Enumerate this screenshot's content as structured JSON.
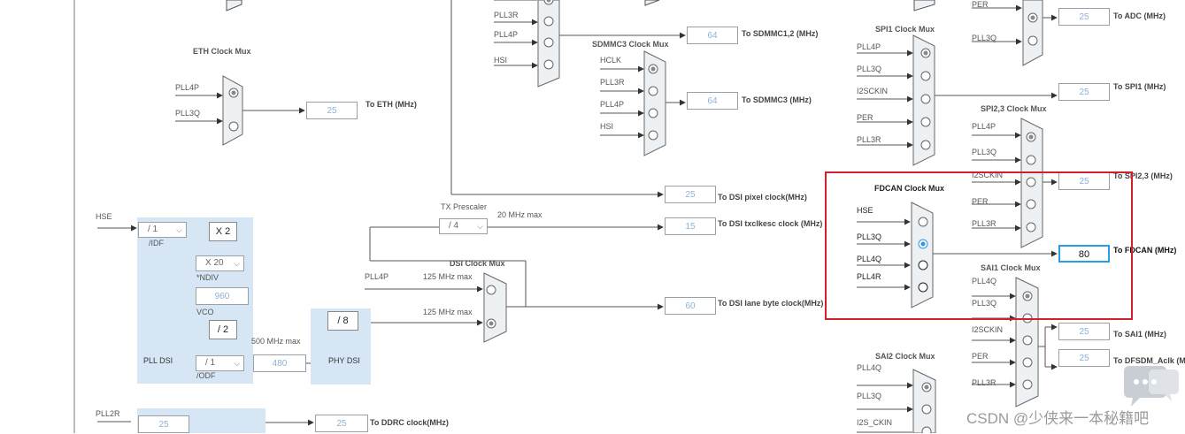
{
  "eth_mux": {
    "title": "ETH Clock Mux",
    "inputs": [
      "PLL4P",
      "PLL3Q"
    ],
    "value": "25",
    "output": "To ETH (MHz)"
  },
  "sdmmc12": {
    "inputs": [
      "PLL3R",
      "PLL4P",
      "HSI"
    ],
    "value": "64",
    "output": "To SDMMC1,2 (MHz)"
  },
  "sdmmc3_mux": {
    "title": "SDMMC3 Clock Mux",
    "inputs": [
      "HCLK",
      "PLL3R",
      "PLL4P",
      "HSI"
    ],
    "value": "64",
    "output": "To SDMMC3 (MHz)"
  },
  "spi1_mux": {
    "title": "SPI1 Clock Mux",
    "inputs": [
      "PLL4P",
      "PLL3Q",
      "I2SCKIN",
      "PER",
      "PLL3R"
    ],
    "value": "25",
    "output": "To SPI1 (MHz)"
  },
  "adc": {
    "inputs": [
      "PER",
      "PLL3Q"
    ],
    "value": "25",
    "output": "To ADC (MHz)"
  },
  "spi23_mux": {
    "title": "SPI2,3 Clock Mux",
    "inputs": [
      "PLL4P",
      "PLL3Q",
      "I2SCKIN",
      "PER",
      "PLL3R"
    ],
    "value": "25",
    "output": "To SPI2,3 (MHz)"
  },
  "fdcan_mux": {
    "title": "FDCAN Clock Mux",
    "inputs": [
      "HSE",
      "PLL3Q",
      "PLL4Q",
      "PLL4R"
    ],
    "selected": "PLL3Q",
    "value": "80",
    "output": "To FDCAN (MHz)"
  },
  "sai1_mux": {
    "title": "SAI1 Clock Mux",
    "inputs": [
      "PLL4Q",
      "PLL3Q",
      "I2SCKIN",
      "PER",
      "PLL3R"
    ],
    "values": [
      "25",
      "25"
    ],
    "outputs": [
      "To SAI1 (MHz)",
      "To DFSDM_Aclk (M"
    ]
  },
  "sai2_mux": {
    "title": "SAI2 Clock Mux",
    "inputs": [
      "PLL4Q",
      "PLL3Q",
      "I2S_CKIN"
    ]
  },
  "dsi": {
    "hse_label": "HSE",
    "idf": {
      "value": "/ 1",
      "label": "/IDF"
    },
    "mul": "X 2",
    "ndiv": {
      "value": "X 20",
      "label": "*NDIV"
    },
    "vco": {
      "value": "960",
      "label": "VCO"
    },
    "div2": "/ 2",
    "odf": {
      "value": "/ 1",
      "label": "/ODF"
    },
    "pll_label": "PLL DSI",
    "max500": "500 MHz max",
    "out480": "480",
    "div8": "/ 8",
    "phy_label": "PHY DSI",
    "tx_prescaler": "TX Prescaler",
    "tx_value": "/ 4",
    "max20": "20 MHz max",
    "pixel": {
      "value": "25",
      "label": "To DSI pixel clock(MHz)"
    },
    "txclkesc": {
      "value": "15",
      "label": "To DSI txclkesc clock (MHz)"
    },
    "mux_title": "DSI Clock Mux",
    "mux_input": "PLL4P",
    "max125a": "125 MHz max",
    "max125b": "125 MHz max",
    "lane": {
      "value": "60",
      "label": "To DSI lane byte clock(MHz)"
    }
  },
  "ddrc": {
    "input": "PLL2R",
    "in_value": "25",
    "value": "25",
    "output": "To DDRC clock(MHz)"
  },
  "watermark": "CSDN @少侠来一本秘籍吧",
  "highlight_color": "#d0202a",
  "accent_color": "#2b9be8",
  "panel_color": "#d6e6f4"
}
